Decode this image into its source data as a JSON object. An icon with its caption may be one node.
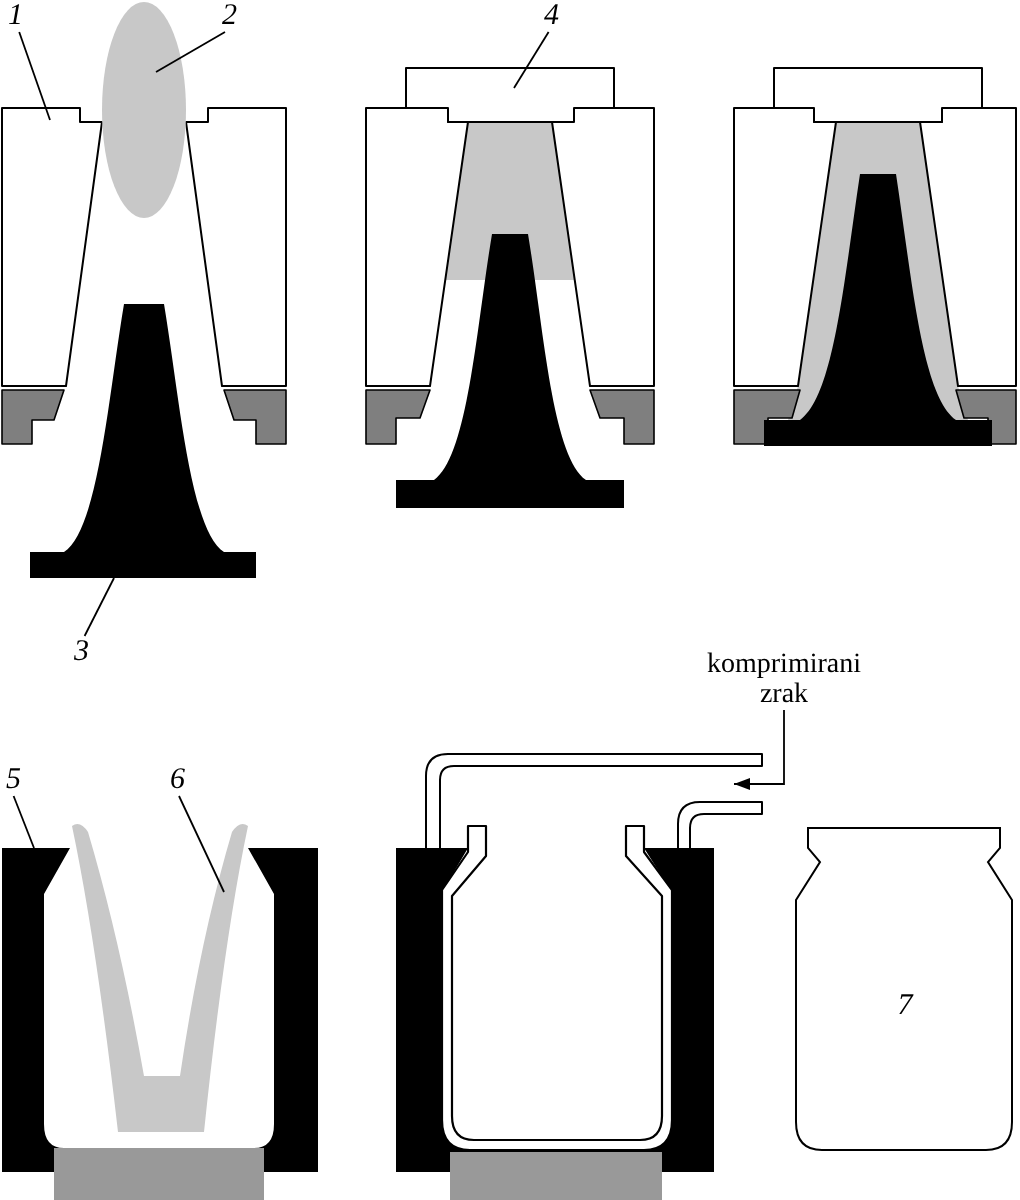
{
  "diagram": {
    "nodes": [
      {
        "text": [
          "1"
        ]
      },
      {
        "text": [],
        "shape": "box"
      },
      {
        "text": [
          "2"
        ]
      },
      {
        "text": [],
        "shape": "ellipse"
      },
      {
        "text": [
          "4"
        ]
      },
      {
        "text": [],
        "shape": "box"
      },
      {
        "text": [
          "3"
        ]
      },
      {
        "text": [],
        "shape": "cone"
      },
      {
        "text": [
          "5"
        ]
      },
      {
        "text": [],
        "shape": "box"
      },
      {
        "text": [
          "6"
        ]
      },
      {
        "text": [],
        "shape": "cup"
      },
      {
        "text": [
          "komprimirani zrak"
        ]
      },
      {
        "text": [
          "7"
        ]
      }
    ],
    "edges": [
      {
        "from": 0,
        "to": 1,
        "arrow": "none"
      },
      {
        "from": 2,
        "to": 3,
        "arrow": "none"
      },
      {
        "from": 4,
        "to": 5,
        "arrow": "none"
      },
      {
        "from": 6,
        "to": 7,
        "arrow": "none"
      },
      {
        "from": 8,
        "to": 9,
        "arrow": "none"
      },
      {
        "from": 10,
        "to": 11,
        "arrow": "none"
      },
      {
        "from": 12,
        "to": null,
        "arrow": "to"
      }
    ]
  }
}
